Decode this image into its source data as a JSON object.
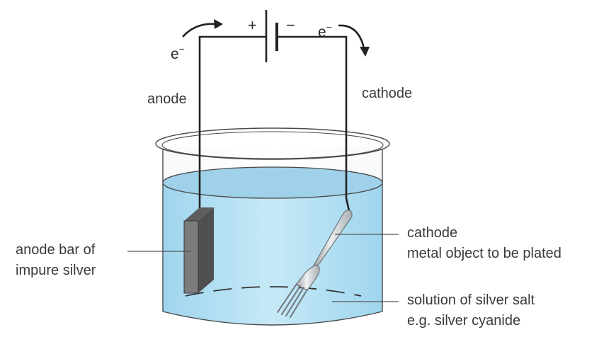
{
  "battery": {
    "positive_sign": "+",
    "negative_sign": "−"
  },
  "electron": {
    "symbol": "e",
    "charge": "−"
  },
  "labels": {
    "anode": "anode",
    "cathode": "cathode",
    "anode_bar_line1": "anode bar of",
    "anode_bar_line2": "impure silver",
    "cathode_object_line1": "cathode",
    "cathode_object_line2": "metal object to be plated",
    "solution_line1": "solution of silver salt",
    "solution_line2": "e.g. silver cyanide"
  },
  "colors": {
    "solution_fill": "#b8e2f4",
    "solution_surface": "#93cde9",
    "anode_bar": "#7c7c7c",
    "fork": "#d2d6d8",
    "wire": "#222222"
  }
}
